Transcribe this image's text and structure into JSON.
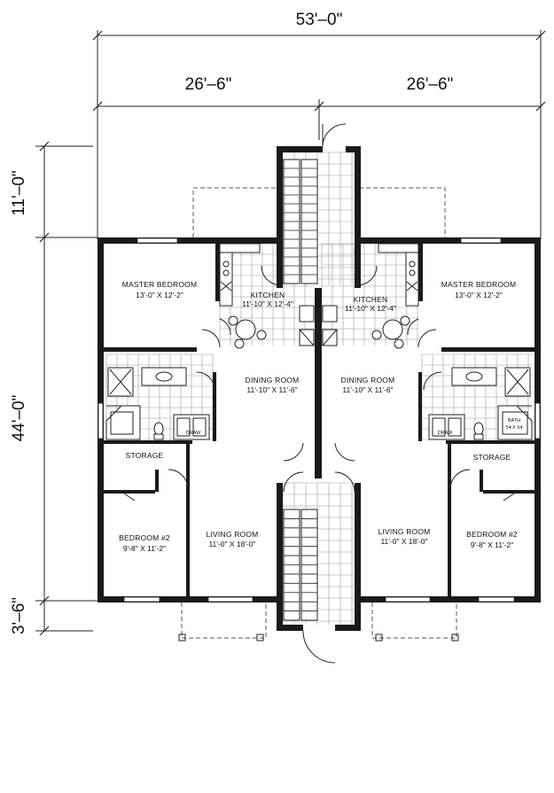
{
  "dimensions": {
    "overall_width": "53'–0\"",
    "unit_width_left": "26'–6\"",
    "unit_width_right": "26'–6\"",
    "entry_depth": "11'–0\"",
    "main_depth": "44'–0\"",
    "porch_depth": "3'–6\""
  },
  "rooms": {
    "left_master": {
      "name": "MASTER BEDROOM",
      "size": "13'-0\" X 12'-2\""
    },
    "right_master": {
      "name": "MASTER BEDROOM",
      "size": "13'-0\" X 12'-2\""
    },
    "left_kitchen": {
      "name": "KITCHEN",
      "size": "11'-10\" X 12'-4\""
    },
    "right_kitchen": {
      "name": "KITCHEN",
      "size": "11'-10\" X 12'-4\""
    },
    "left_dining": {
      "name": "DINING ROOM",
      "size": "11'-10\" X 11'-6\""
    },
    "right_dining": {
      "name": "DINING ROOM",
      "size": "11'-10\" X 11'-6\""
    },
    "left_storage": {
      "name": "STORAGE"
    },
    "right_storage": {
      "name": "STORAGE"
    },
    "left_bedroom2": {
      "name": "BEDROOM #2",
      "size": "9'-8\" X 11'-2\""
    },
    "right_bedroom2": {
      "name": "BEDROOM #2",
      "size": "9'-8\" X 11'-2\""
    },
    "left_living": {
      "name": "LIVING ROOM",
      "size": "11'-0\" X 18'-0\""
    },
    "right_living": {
      "name": "LIVING ROOM",
      "size": "11'-0\" X 18'-0\""
    }
  },
  "annotations": {
    "bath_label": "BATH",
    "bath_size": "54 X 54",
    "left_vanity": "DRAW",
    "right_vanity": "DRAW"
  }
}
